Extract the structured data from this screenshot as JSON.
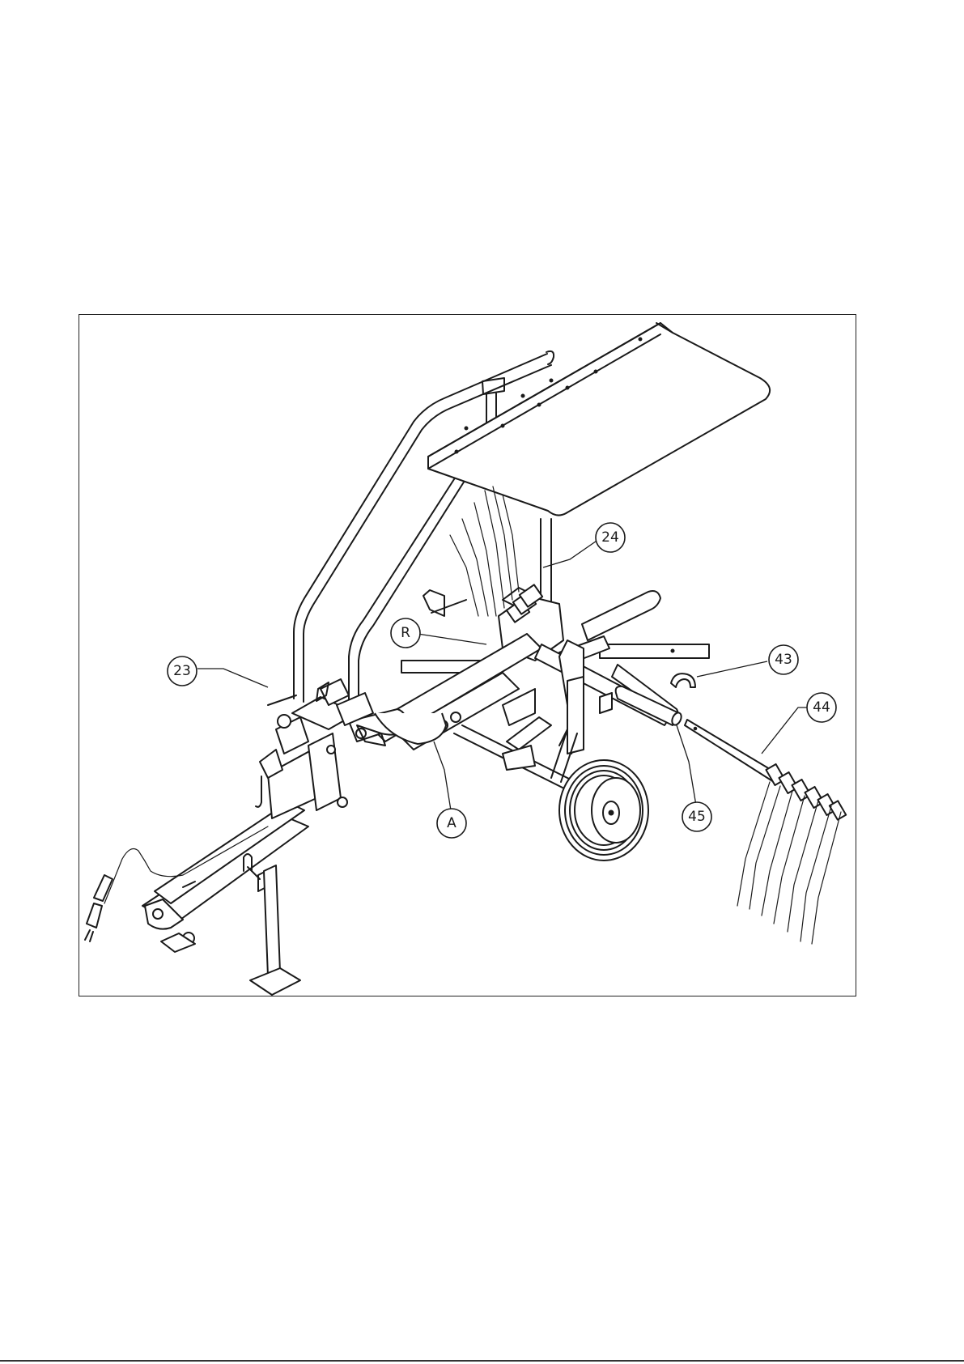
{
  "diagram": {
    "callouts": [
      {
        "id": "23",
        "label": "23"
      },
      {
        "id": "24",
        "label": "24"
      },
      {
        "id": "R",
        "label": "R"
      },
      {
        "id": "43",
        "label": "43"
      },
      {
        "id": "44",
        "label": "44"
      },
      {
        "id": "A",
        "label": "A"
      },
      {
        "id": "45",
        "label": "45"
      }
    ]
  }
}
